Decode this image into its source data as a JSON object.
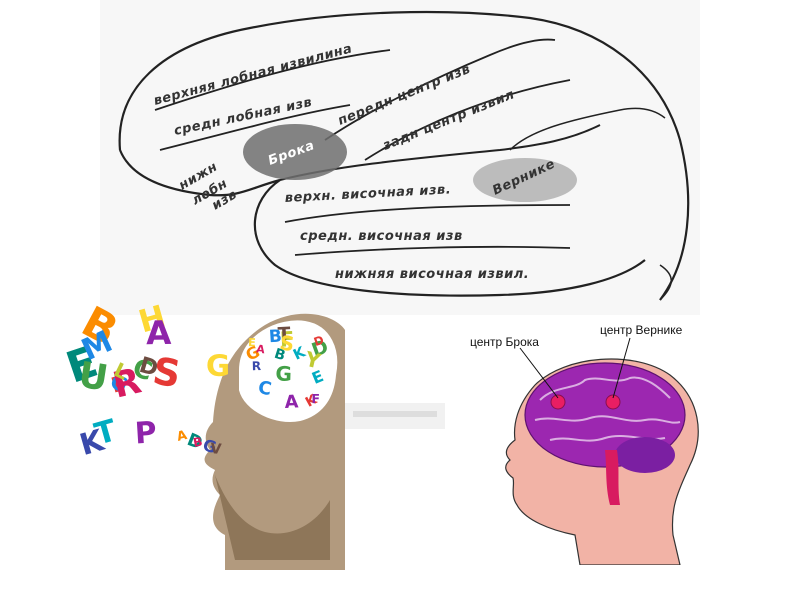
{
  "sketch": {
    "labels": {
      "upper_frontal": "верхняя лобная извилина",
      "middle_frontal": "средн лобная изв",
      "precentral": "передн центр изв",
      "postcentral": "задн центр извил",
      "broca": "Брока",
      "inferior_frontal_1": "нижн",
      "inferior_frontal_2": "лобн",
      "inferior_frontal_3": "изв",
      "superior_temporal": "верхн. височная изв.",
      "wernicke": "Вернике",
      "middle_temporal": "средн. височная изв",
      "inferior_temporal": "нижняя височная извил."
    }
  },
  "speech_illustration": {
    "letters": [
      "F",
      "G",
      "C",
      "H",
      "A",
      "B",
      "E",
      "R",
      "K",
      "D",
      "L",
      "T",
      "S",
      "M",
      "U",
      "G",
      "P",
      "A",
      "D",
      "B",
      "G",
      "V",
      "F",
      "E",
      "K",
      "C",
      "D",
      "E",
      "F",
      "G",
      "B",
      "A",
      "R",
      "T",
      "Y",
      "K",
      "D",
      "B",
      "G",
      "S",
      "A"
    ],
    "letter_colors": [
      "#e53935",
      "#1e88e5",
      "#43a047",
      "#fdd835",
      "#8e24aa",
      "#fb8c00",
      "#00897b",
      "#d81b60",
      "#3949ab",
      "#6d4c41",
      "#c0ca33",
      "#00acc1"
    ]
  },
  "head_diagram": {
    "broca_label": "центр Брока",
    "wernicke_label": "центр Вернике"
  }
}
